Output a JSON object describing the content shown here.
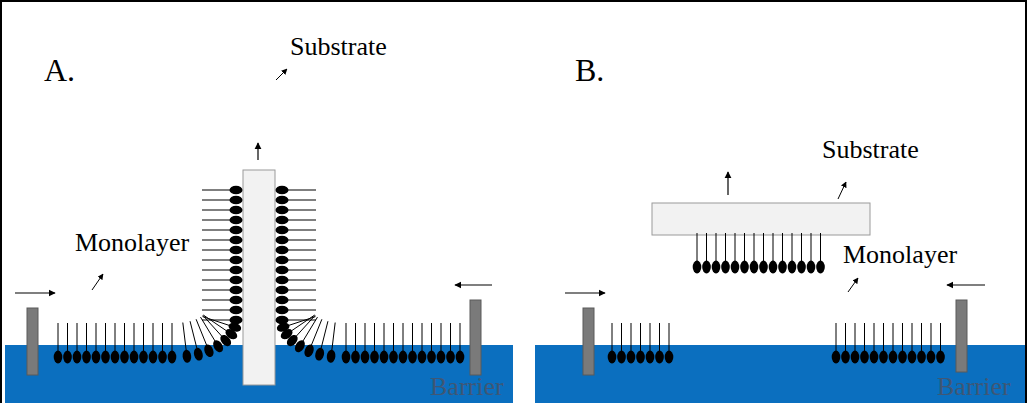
{
  "diagram": {
    "labels": [
      "A.",
      "Substrate",
      "Monolayer",
      "Barrier",
      "B.",
      "Substrate",
      "Monolayer",
      "Barrier"
    ]
  }
}
